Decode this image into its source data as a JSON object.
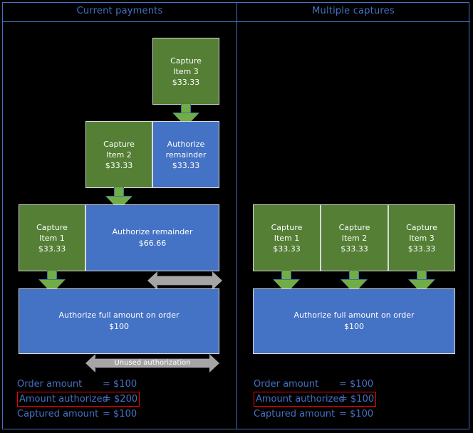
{
  "panels": [
    {
      "title": "Current payments",
      "boxes": [
        {
          "name": "capture-item-3",
          "lines": [
            "Capture",
            "Item 3",
            "$33.33"
          ],
          "color": "green"
        },
        {
          "name": "capture-item-2",
          "lines": [
            "Capture",
            "Item 2",
            "$33.33"
          ],
          "color": "green"
        },
        {
          "name": "authorize-remainder-3333",
          "lines": [
            "Authorize",
            "remainder",
            "$33.33"
          ],
          "color": "blue"
        },
        {
          "name": "capture-item-1",
          "lines": [
            "Capture",
            "Item 1",
            "$33.33"
          ],
          "color": "green"
        },
        {
          "name": "authorize-remainder-6666",
          "lines": [
            "Authorize remainder",
            "$66.66"
          ],
          "color": "blue"
        },
        {
          "name": "authorize-full-amount",
          "lines": [
            "Authorize full amount on order",
            "$100"
          ],
          "color": "blue"
        }
      ],
      "unused_label": "Unused authorization",
      "summary": [
        {
          "label": "Order amount",
          "value": "= $100",
          "highlight": false
        },
        {
          "label": "Amount authorized",
          "value": "= $200",
          "highlight": true
        },
        {
          "label": "Captured amount",
          "value": "= $100",
          "highlight": false
        }
      ]
    },
    {
      "title": "Multiple captures",
      "boxes": [
        {
          "name": "capture-item-1",
          "lines": [
            "Capture",
            "Item 1",
            "$33.33"
          ],
          "color": "green"
        },
        {
          "name": "capture-item-2",
          "lines": [
            "Capture",
            "Item 2",
            "$33.33"
          ],
          "color": "green"
        },
        {
          "name": "capture-item-3",
          "lines": [
            "Capture",
            "Item 3",
            "$33.33"
          ],
          "color": "green"
        },
        {
          "name": "authorize-full-amount",
          "lines": [
            "Authorize full amount on order",
            "$100"
          ],
          "color": "blue"
        }
      ],
      "summary": [
        {
          "label": "Order amount",
          "value": "= $100",
          "highlight": false
        },
        {
          "label": "Amount authorized",
          "value": "= $100",
          "highlight": true
        },
        {
          "label": "Captured amount",
          "value": "= $100",
          "highlight": false
        }
      ]
    }
  ],
  "colors": {
    "background": "#000000",
    "capture_green": "#547f35",
    "authorize_blue": "#4472c4",
    "arrow_green": "#70ad47",
    "arrow_gray": "#a5a5a5",
    "highlight_red": "#ff0000",
    "text_blue": "#4472c4",
    "grid_blue": "#4472c4"
  }
}
